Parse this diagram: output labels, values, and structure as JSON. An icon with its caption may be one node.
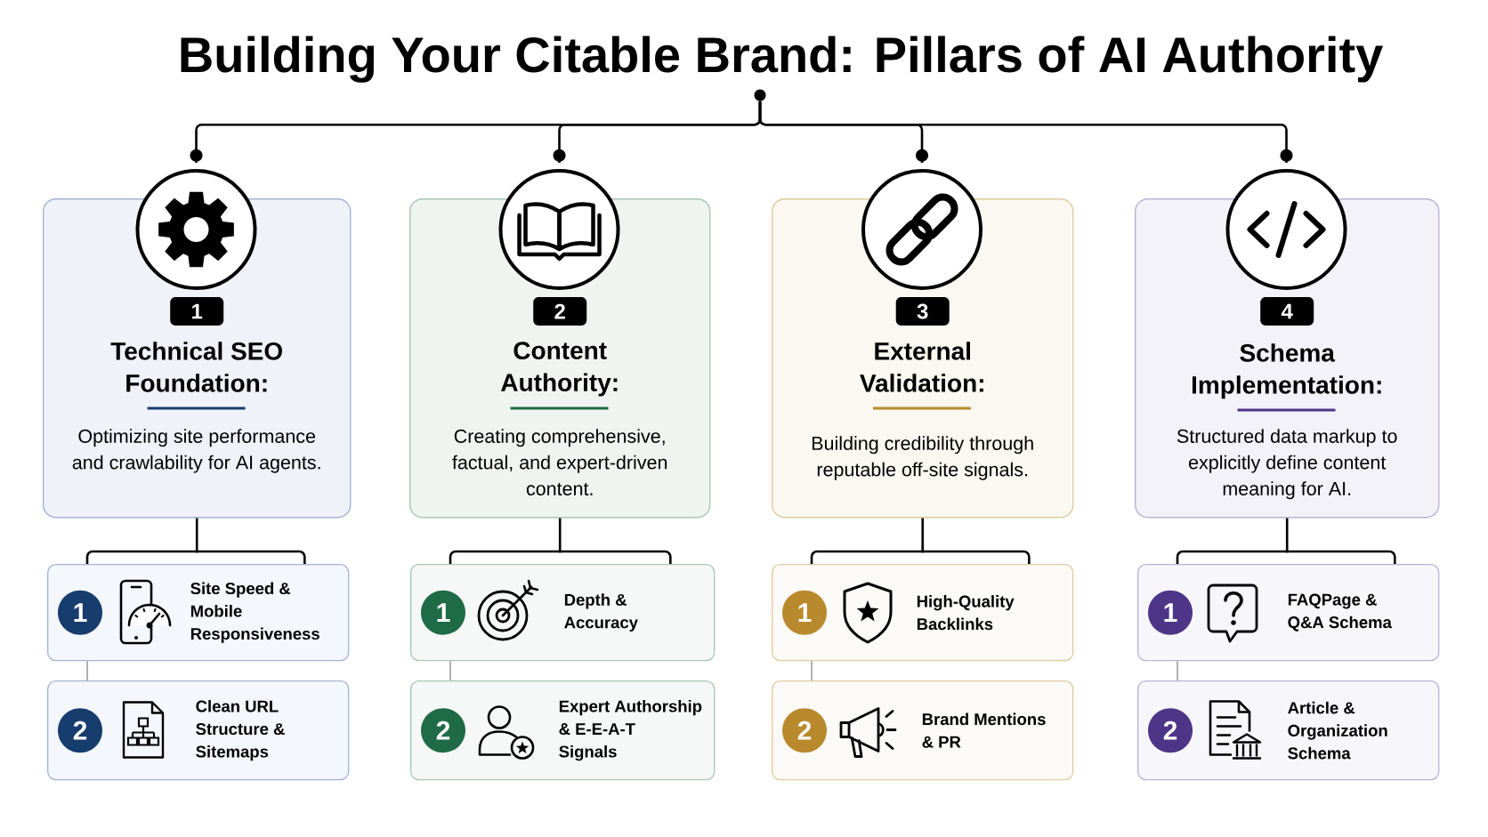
{
  "diagram": {
    "title": "Building Your Citable Brand: Pillars of AI Authority",
    "nodes": [
      {
        "text": [],
        "shape": "dot"
      },
      {
        "text": [],
        "shape": "circle"
      },
      {
        "text": [
          "Technical SEO Foundation:",
          "Optimizing site performance and crawlability for AI agents."
        ]
      },
      {
        "text": [
          "1"
        ],
        "in": 2
      },
      {
        "text": [
          "Site Speed & Mobile Responsiveness"
        ]
      },
      {
        "text": [
          "1"
        ],
        "in": 4
      },
      {
        "text": [
          "Clean URL Structure & Sitemaps"
        ]
      },
      {
        "text": [
          "2"
        ],
        "in": 6
      },
      {
        "text": [],
        "shape": "circle"
      },
      {
        "text": [
          "Content Authority:",
          "Creating comprehensive, factual, and expert-driven content."
        ]
      },
      {
        "text": [
          "2"
        ],
        "in": 9
      },
      {
        "text": [
          "Depth & Accuracy"
        ]
      },
      {
        "text": [
          "1"
        ],
        "in": 11
      },
      {
        "text": [
          "Expert Authorship & E-E-A-T Signals"
        ]
      },
      {
        "text": [
          "2"
        ],
        "in": 13
      },
      {
        "text": [],
        "shape": "circle"
      },
      {
        "text": [
          "External Validation:",
          "Building credibility through reputable off-site signals."
        ]
      },
      {
        "text": [
          "3"
        ],
        "in": 16
      },
      {
        "text": [
          "High-Quality Backlinks"
        ]
      },
      {
        "text": [
          "1"
        ],
        "in": 18
      },
      {
        "text": [
          "Brand Mentions & PR"
        ]
      },
      {
        "text": [
          "2"
        ],
        "in": 20
      },
      {
        "text": [],
        "shape": "circle"
      },
      {
        "text": [
          "Schema Implementation:",
          "Structured data markup to explicitly define content meaning for AI."
        ]
      },
      {
        "text": [
          "4"
        ],
        "in": 23
      },
      {
        "text": [
          "FAQPage & Q&A Schema"
        ]
      },
      {
        "text": [
          "1"
        ],
        "in": 25
      },
      {
        "text": [
          "Article & Organization Schema"
        ]
      },
      {
        "text": [
          "2"
        ],
        "in": 27
      }
    ],
    "edges": [
      {
        "from": 0,
        "to": 1,
        "arrow": "other"
      },
      {
        "from": 0,
        "to": 8,
        "arrow": "other"
      },
      {
        "from": 0,
        "to": 15,
        "arrow": "other"
      },
      {
        "from": 0,
        "to": 22,
        "arrow": "other"
      },
      {
        "from": 2,
        "to": 4,
        "arrow": "none"
      },
      {
        "from": 4,
        "to": 6,
        "arrow": "none",
        "color": "#a6a6a6"
      },
      {
        "from": 9,
        "to": 11,
        "arrow": "none"
      },
      {
        "from": 11,
        "to": 13,
        "arrow": "none",
        "color": "#a6a6a6"
      },
      {
        "from": 16,
        "to": 18,
        "arrow": "none"
      },
      {
        "from": 18,
        "to": 20,
        "arrow": "none",
        "color": "#a6a6a6"
      },
      {
        "from": 23,
        "to": 25,
        "arrow": "none"
      },
      {
        "from": 25,
        "to": 27,
        "arrow": "none",
        "color": "#a6a6a6"
      }
    ]
  }
}
